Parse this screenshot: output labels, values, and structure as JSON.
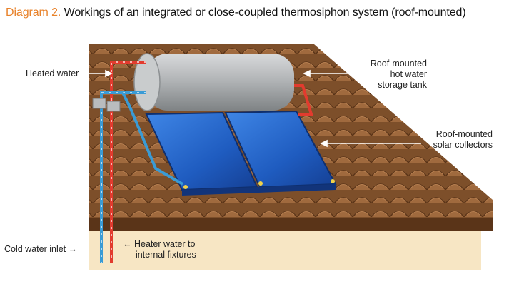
{
  "title": {
    "prefix": "Diagram 2.",
    "text": "Workings of an integrated or close-coupled thermosiphon system (roof-mounted)"
  },
  "colors": {
    "accent": "#e8822a",
    "hot_pipe": "#e23b2e",
    "cold_pipe": "#3a9bd5",
    "roof": "#8a5a32",
    "tank": "#b9bcbe",
    "collector": "#1f5fc4",
    "interior": "#f7e6c4"
  },
  "labels": {
    "heated_water": "Heated water",
    "tank_line1": "Roof-mounted",
    "tank_line2": "hot water",
    "tank_line3": "storage tank",
    "collectors_line1": "Roof-mounted",
    "collectors_line2": "solar collectors",
    "cold_inlet": "Cold water inlet →",
    "fixtures_line1": "←  Heater water to",
    "fixtures_line2": "internal fixtures"
  }
}
